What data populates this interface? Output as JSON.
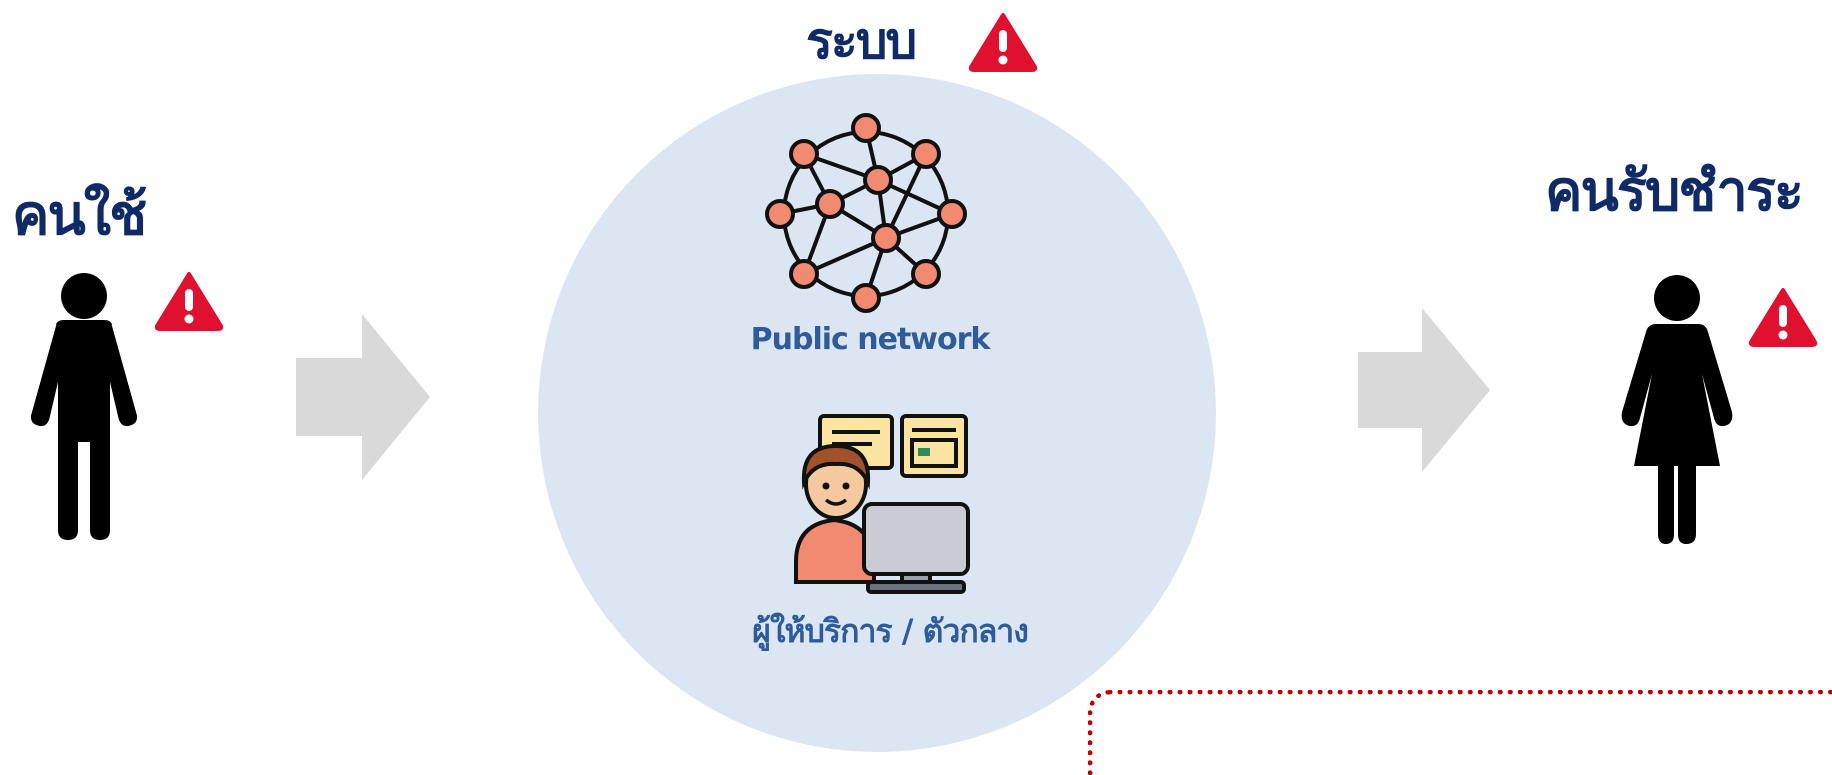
{
  "system": {
    "title": "ระบบ"
  },
  "user": {
    "title": "คนใช้"
  },
  "payee": {
    "title": "คนรับชำระ"
  },
  "network": {
    "caption": "Public network"
  },
  "provider": {
    "caption": "ผู้ให้บริการ / ตัวกลาง"
  },
  "colors": {
    "heading": "#0f2a66",
    "caption": "#2f5b9a",
    "circle": "#dce6f2",
    "arrow": "#d9d9d9",
    "warning": "#e0102f",
    "node": "#f28a72",
    "dotted_border": "#c00000"
  },
  "icons": {
    "warning": "warning-icon",
    "network": "network-icon",
    "user": "person-male-icon",
    "payee": "person-female-icon",
    "provider": "operator-computer-icon",
    "flow": "arrow-right-icon"
  }
}
